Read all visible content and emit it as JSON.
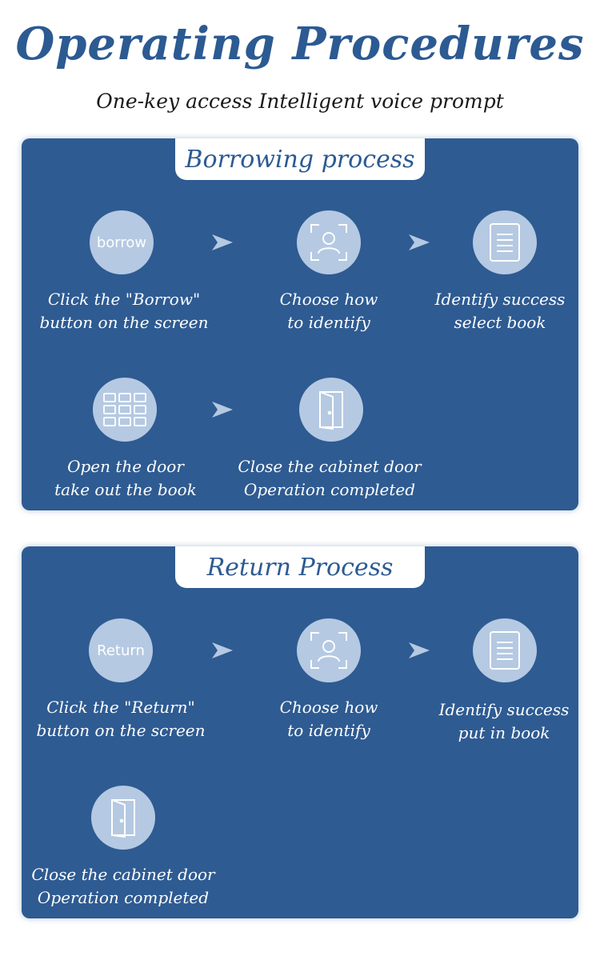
{
  "header": {
    "title": "Operating Procedures",
    "subtitle": "One-key access Intelligent voice prompt"
  },
  "borrowing": {
    "tab_label": "Borrowing process",
    "steps": [
      {
        "icon": "borrow-circle-icon",
        "icon_text": "borrow",
        "line1": "Click the \"Borrow\"",
        "line2": "button on the screen"
      },
      {
        "icon": "face-scan-icon",
        "line1": "Choose how",
        "line2": "to identify"
      },
      {
        "icon": "document-list-icon",
        "line1": "Identify success",
        "line2": "select book"
      },
      {
        "icon": "cabinet-grid-icon",
        "line1": "Open the door",
        "line2": "take out the book"
      },
      {
        "icon": "door-icon",
        "line1": "Close the cabinet door",
        "line2": "Operation completed"
      }
    ]
  },
  "returning": {
    "tab_label": "Return Process",
    "steps": [
      {
        "icon": "return-circle-icon",
        "icon_text": "Return",
        "line1": "Click the \"Return\"",
        "line2": "button on the screen"
      },
      {
        "icon": "face-scan-icon",
        "line1": "Choose how",
        "line2": "to identify"
      },
      {
        "icon": "document-list-icon",
        "line1": "Identify success",
        "line2": "put in book"
      },
      {
        "icon": "door-icon",
        "line1": "Close the cabinet door",
        "line2": "Operation completed"
      }
    ]
  },
  "colors": {
    "panel": "#2e5b92",
    "title": "#2c5a92",
    "icon_circle": "#b5c9e2",
    "arrow": "#b5c9e2"
  }
}
